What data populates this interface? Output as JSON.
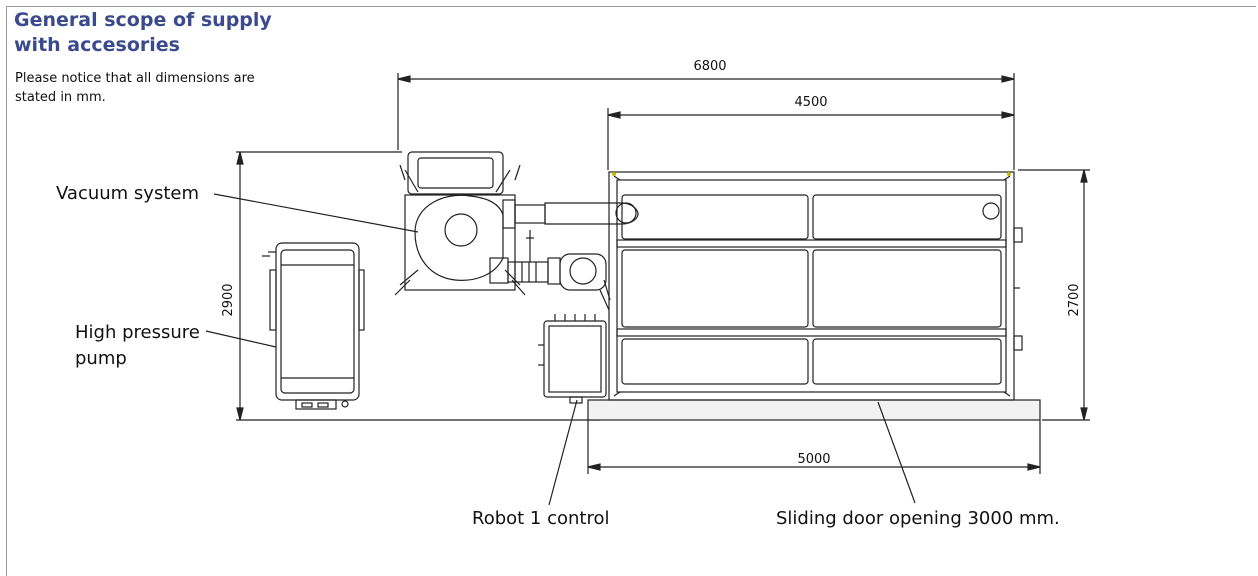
{
  "heading": {
    "line1": "General scope of supply",
    "line2": "with accesories"
  },
  "note": {
    "line1": "Please notice that all dimensions are",
    "line2": "stated in mm."
  },
  "dimensions": {
    "total_width": "6800",
    "cabin_width": "4500",
    "base_width": "5000",
    "total_depth": "2900",
    "cabin_depth": "2700"
  },
  "callouts": {
    "vacuum": "Vacuum system",
    "pump_line1": "High pressure",
    "pump_line2": "pump",
    "robot": "Robot 1 control",
    "door": "Sliding door opening 3000 mm."
  },
  "colors": {
    "heading": "#3a4a8c",
    "line": "#222222",
    "frame": "#9a9a9a"
  }
}
